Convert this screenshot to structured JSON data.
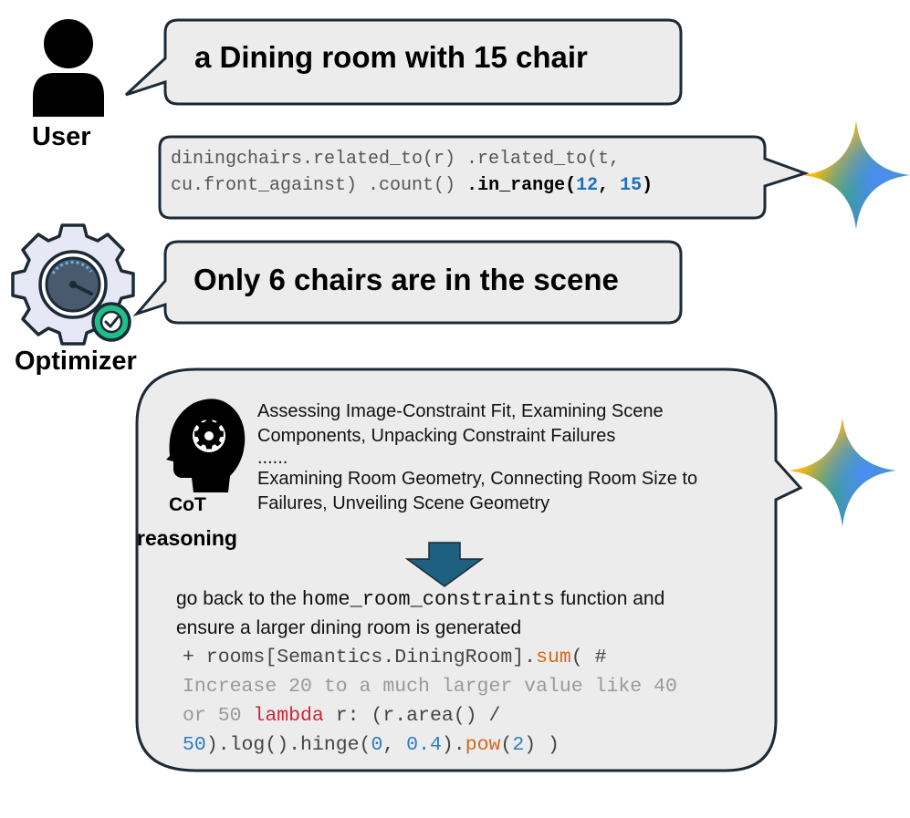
{
  "user": {
    "label": "User",
    "message": "a Dining room with 15 chair"
  },
  "model_code": {
    "line1_a": "diningchairs.related_to(r) .related_to(t,",
    "line2_a": "cu.front_against) .count() ",
    "line2_fn": ".in_range(",
    "line2_n1": "12",
    "line2_sep": ", ",
    "line2_n2": "15",
    "line2_close": ")"
  },
  "optimizer": {
    "label": "Optimizer",
    "message": "Only 6 chairs are in the scene"
  },
  "cot": {
    "icon_label_1": "CoT",
    "icon_label_2": "reasoning",
    "line1": "Assessing Image-Constraint Fit, Examining Scene",
    "line2": "Components, Unpacking Constraint Failures",
    "ellipsis": "......",
    "line3": "Examining Room Geometry, Connecting Room Size to",
    "line4": "Failures, Unveiling Scene Geometry"
  },
  "instruction": {
    "pre": "go back to the ",
    "fn": "home_room_constraints",
    "post": " function and",
    "line2": "ensure a larger dining room is generated"
  },
  "fix_code": {
    "l1_a": "+ rooms[Semantics.DiningRoom].",
    "l1_sum": "sum",
    "l1_b": "( #",
    "l2": "Increase 20 to a much larger value like 40",
    "l3_a": "or 50 ",
    "l3_kw": "lambda",
    "l3_b": " r: (r.area() /",
    "l4_n1": "50",
    "l4_a": ").log().hinge(",
    "l4_n2": "0",
    "l4_b": ", ",
    "l4_n3": "0.4",
    "l4_c": ").",
    "l4_pow": "pow",
    "l4_d": "(",
    "l4_n4": "2",
    "l4_e": ") )"
  },
  "colors": {
    "bubble_fill": "#ececec",
    "bubble_stroke": "#1c2a36",
    "arrow": "#1f5f80",
    "check_green": "#1fbf8a",
    "gear_fill": "#e6e9f5",
    "number_blue": "#2e7bc4",
    "keyword_orange": "#d2691e",
    "keyword_red": "#c8283a"
  }
}
